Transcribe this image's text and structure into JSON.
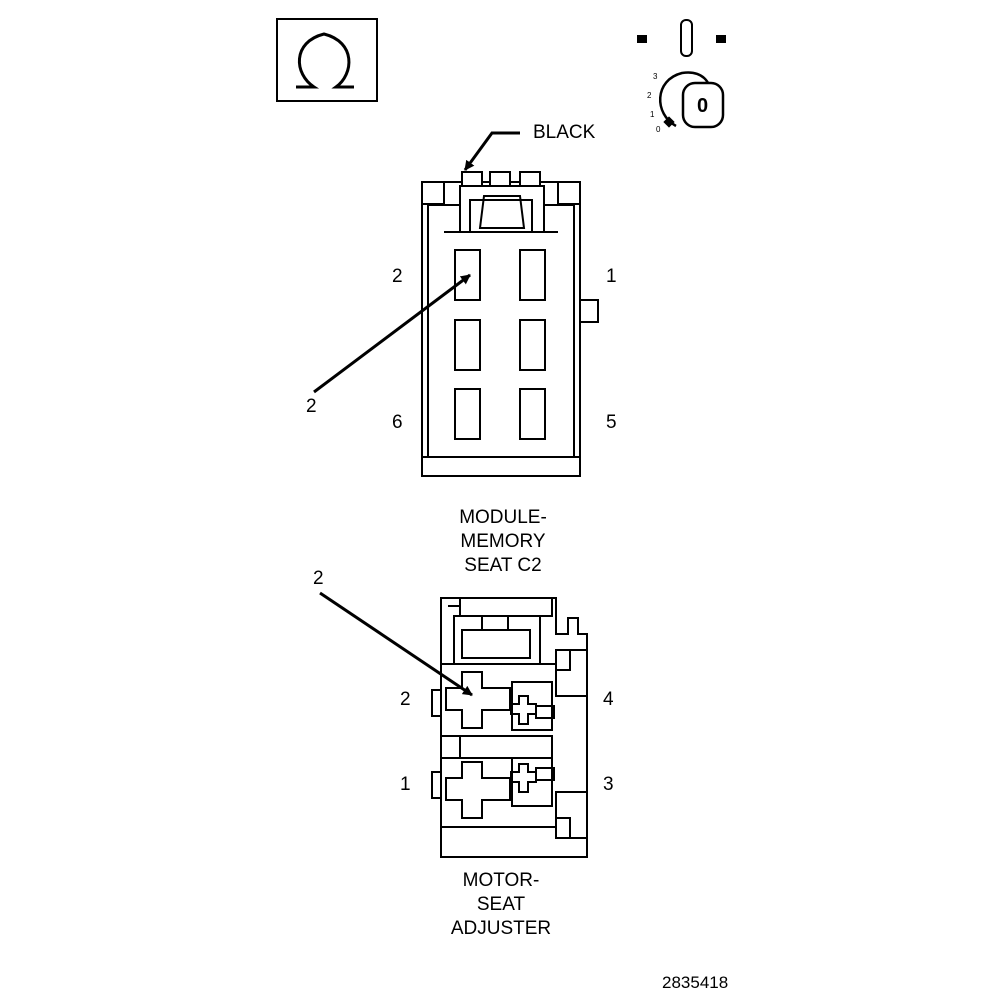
{
  "top_connector": {
    "color_label": "BLACK",
    "pins": {
      "top_left": "2",
      "top_right": "1",
      "bottom_left": "6",
      "bottom_right": "5"
    },
    "callout": "2",
    "title_lines": [
      "MODULE-",
      "MEMORY",
      "SEAT C2"
    ]
  },
  "bottom_connector": {
    "pins": {
      "top_left": "2",
      "top_right": "4",
      "bottom_left": "1",
      "bottom_right": "3"
    },
    "callout": "2",
    "title_lines": [
      "MOTOR-",
      "SEAT",
      "ADJUSTER"
    ]
  },
  "ignition_switch": {
    "positions": [
      "3",
      "2",
      "1",
      "0"
    ],
    "key_label": "0"
  },
  "figure_id": "2835418",
  "icons": [
    "omega-symbol-icon",
    "ignition-key-icon"
  ],
  "colors": {
    "line": "#000000",
    "background": "#ffffff"
  }
}
